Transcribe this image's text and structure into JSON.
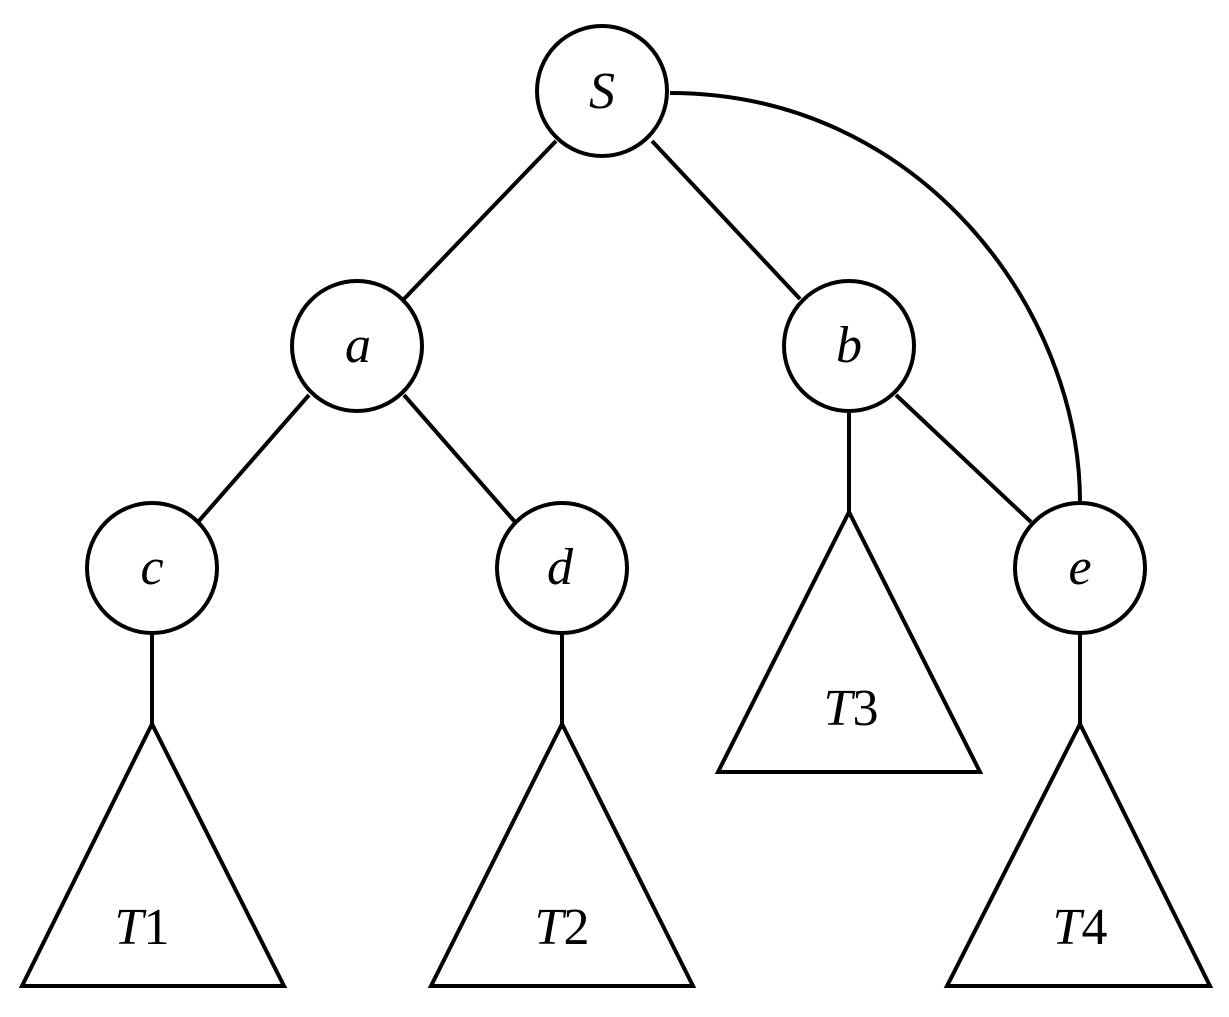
{
  "nodes": {
    "S": {
      "text": "S"
    },
    "a": {
      "text": "a"
    },
    "b": {
      "text": "b"
    },
    "c": {
      "text": "c"
    },
    "d": {
      "text": "d"
    },
    "e": {
      "text": "e"
    }
  },
  "subtrees": {
    "T1": {
      "letter": "T",
      "number": "1"
    },
    "T2": {
      "letter": "T",
      "number": "2"
    },
    "T3": {
      "letter": "T",
      "number": "3"
    },
    "T4": {
      "letter": "T",
      "number": "4"
    }
  },
  "edges": [
    {
      "from": "S",
      "to": "a"
    },
    {
      "from": "S",
      "to": "b"
    },
    {
      "from": "S",
      "to": "e"
    },
    {
      "from": "a",
      "to": "c"
    },
    {
      "from": "a",
      "to": "d"
    },
    {
      "from": "b",
      "to": "e"
    },
    {
      "from": "b",
      "to": "T3"
    },
    {
      "from": "c",
      "to": "T1"
    },
    {
      "from": "d",
      "to": "T2"
    },
    {
      "from": "e",
      "to": "T4"
    }
  ],
  "colors": {
    "stroke": "#000000",
    "background": "#ffffff"
  }
}
